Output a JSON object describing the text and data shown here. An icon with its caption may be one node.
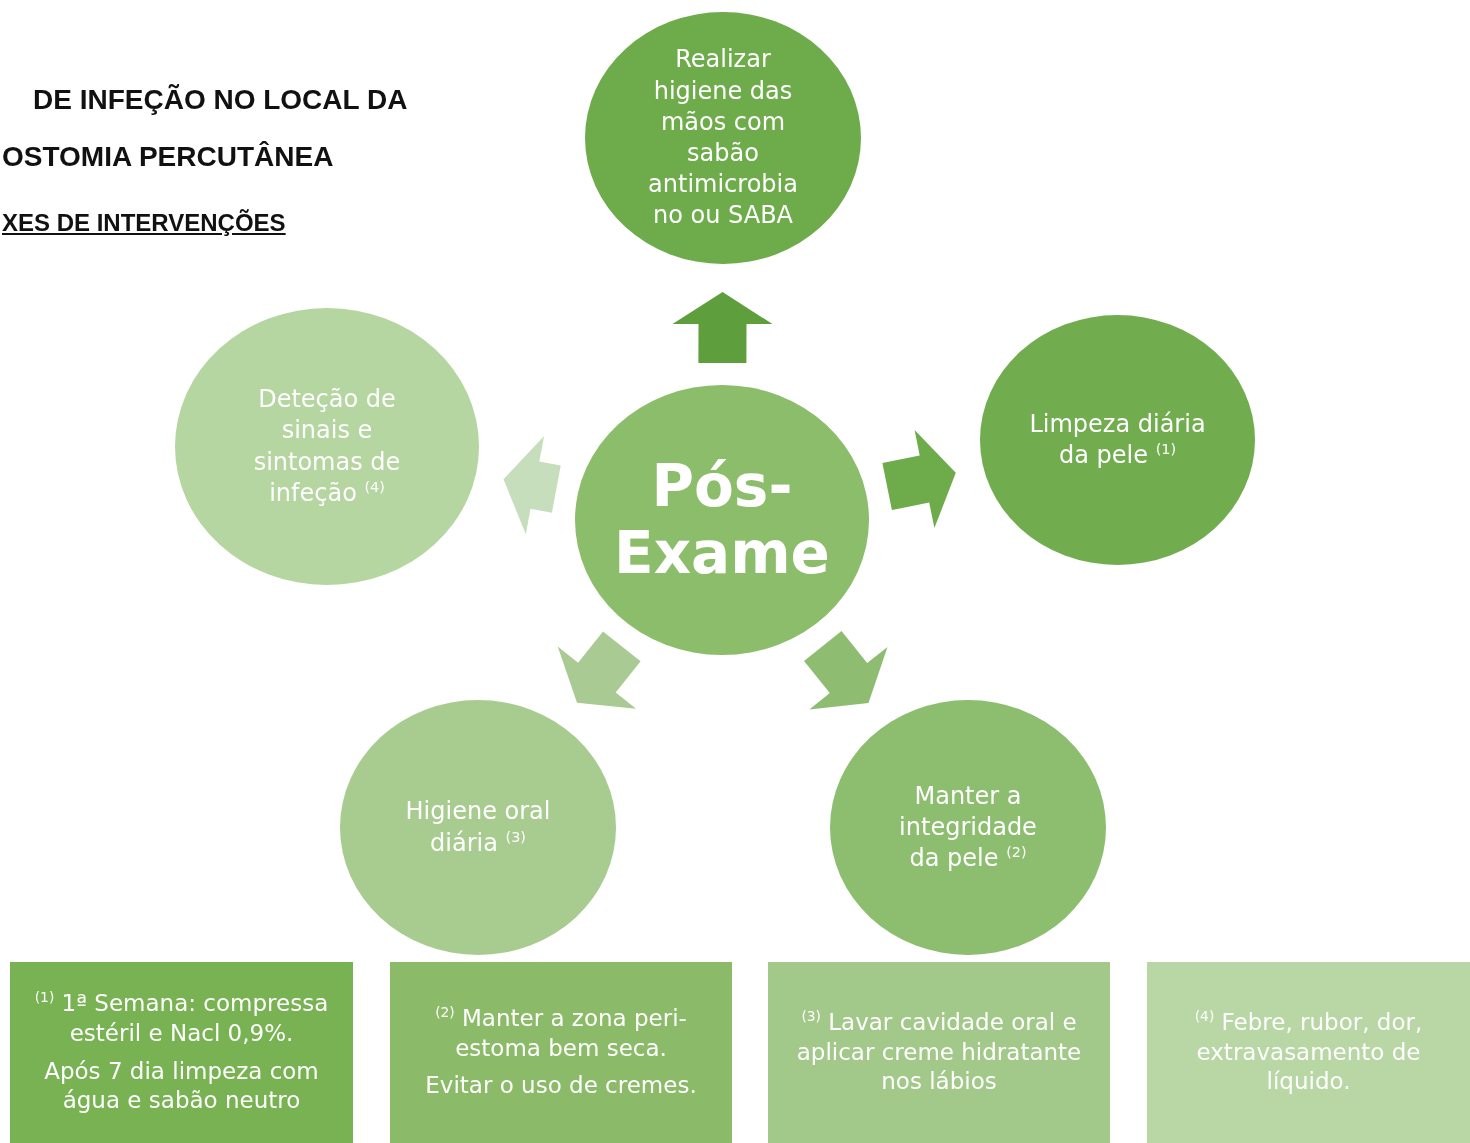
{
  "diagram": {
    "nodes": [
      {
        "text": [
          "Pós- Exame"
        ]
      },
      {
        "text": [
          "Realizar higiene das mãos com sabão antimicrobia no ou SABA"
        ]
      },
      {
        "text": [
          "Limpeza diária da pele $^{(1)}$"
        ]
      },
      {
        "text": [
          "Manter a integridade da pele $^{(2)}$"
        ]
      },
      {
        "text": [
          "Higiene oral diária $^{(3)}$"
        ]
      },
      {
        "text": [
          "Deteção de sinais e sintomas de infeção $^{(4)}$"
        ]
      },
      {
        "text": [
          "$^{(1)}$ 1ª Semana: compressa estéril e Nacl 0,9%.",
          "Após 7 dia limpeza com água e sabão neutro"
        ]
      },
      {
        "text": [
          "$^{(2)}$ Manter a zona peri- estoma bem seca.",
          "Evitar o uso de cremes."
        ]
      },
      {
        "text": [
          "$^{(3)}$ Lavar cavidade oral e aplicar creme hidratante nos lábios"
        ]
      },
      {
        "text": [
          "$^{(4)}$ Febre, rubor, dor, extravasamento de líquido."
        ]
      }
    ],
    "edges": [
      {
        "from": 0,
        "to": 1,
        "arrow": "to",
        "style": "thick",
        "color": "#5e9e3d"
      },
      {
        "from": 0,
        "to": 2,
        "arrow": "to",
        "style": "thick",
        "color": "#6dab4b"
      },
      {
        "from": 0,
        "to": 3,
        "arrow": "to",
        "style": "thick",
        "color": "#8ebd72"
      },
      {
        "from": 0,
        "to": 4,
        "arrow": "to",
        "style": "thick",
        "color": "#a9cb93"
      },
      {
        "from": 0,
        "to": 5,
        "arrow": "to",
        "style": "thick",
        "color": "#c6debb"
      }
    ],
    "labels": [
      "DE INFEÇÃO NO LOCAL DA",
      "OSTOMIA PERCUTÂNEA",
      "XES DE INTERVENÇÕES"
    ]
  }
}
